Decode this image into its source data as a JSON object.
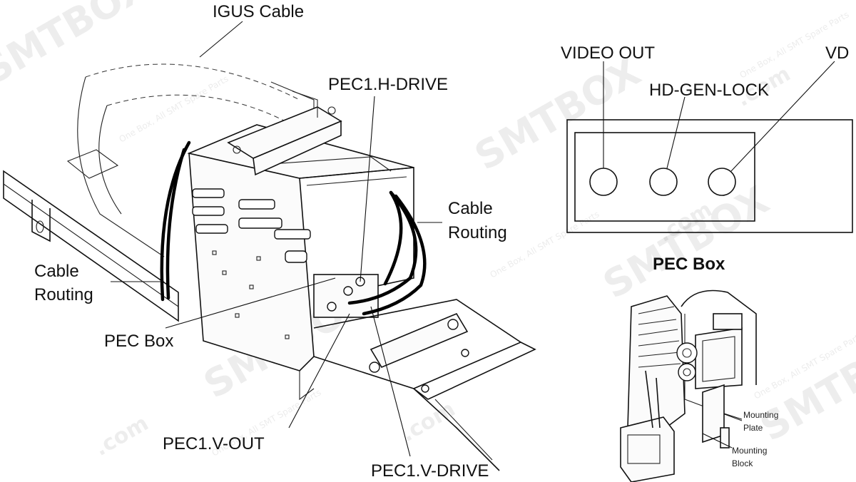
{
  "labels": {
    "igus_cable": "IGUS Cable",
    "pec1_h_drive": "PEC1.H-DRIVE",
    "cable_routing_right": [
      "Cable",
      "Routing"
    ],
    "cable_routing_left": [
      "Cable",
      "Routing"
    ],
    "pec_box_left": "PEC Box",
    "pec1_v_out": "PEC1.V-OUT",
    "pec1_v_drive": "PEC1.V-DRIVE"
  },
  "panel": {
    "video_out": "VIDEO OUT",
    "hd_gen_lock": "HD-GEN-LOCK",
    "vd": "VD",
    "title": "PEC Box"
  },
  "inset": {
    "mounting_plate": [
      "Mounting",
      "Plate"
    ],
    "mounting_block": [
      "Mounting",
      "Block"
    ]
  },
  "watermark": {
    "brand": "SMTBOX",
    "com": ".com",
    "tagline": "One Box, All SMT Spare Parts"
  },
  "colors": {
    "line": "#111111",
    "cable": "#000000",
    "watermark": "#000000"
  }
}
